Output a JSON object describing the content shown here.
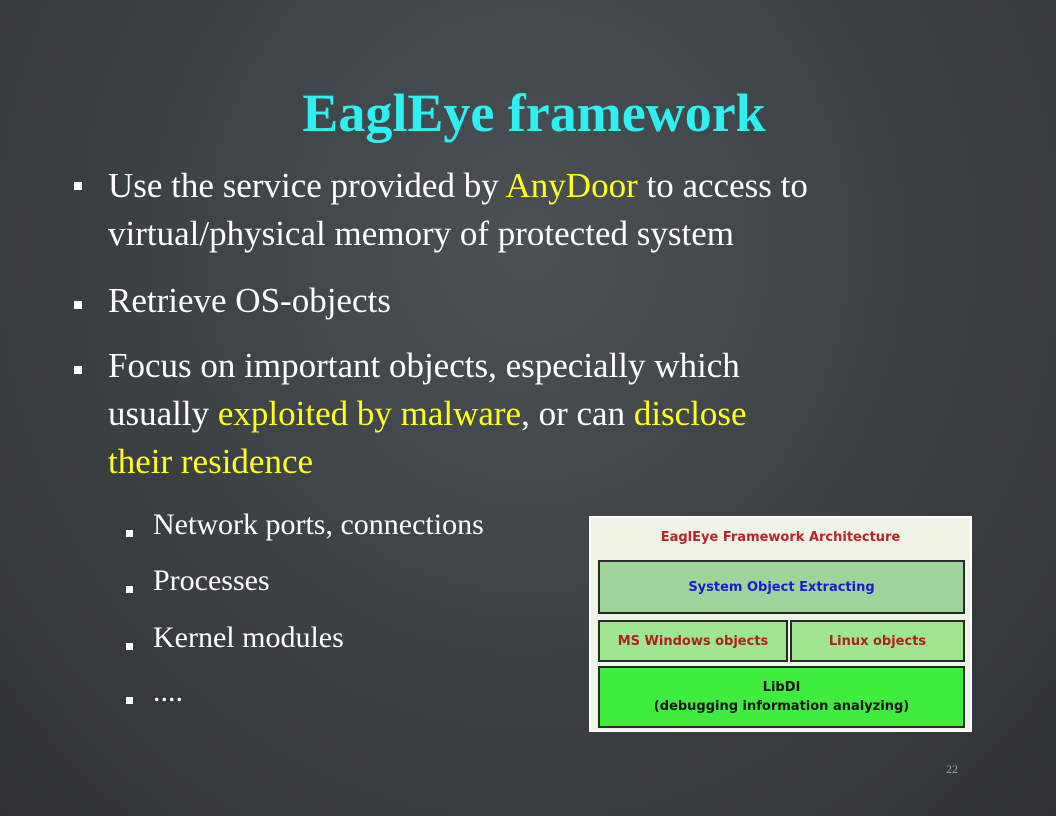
{
  "slide": {
    "title": "EaglEye framework",
    "page_number": "22"
  },
  "bullets": [
    {
      "line1_a": "Use the service provided by ",
      "line1_hl": "AnyDoor",
      "line1_b": " to access to",
      "line2": "virtual/physical memory of protected system"
    },
    {
      "text": " Retrieve OS-objects"
    },
    {
      "line1": " Focus on important objects, especially which",
      "line2_a": "usually ",
      "line2_hl1": "exploited by malware",
      "line2_b": ", or can ",
      "line2_hl2": "disclose",
      "line3_hl": "their residence"
    }
  ],
  "sub_bullets": [
    "Network ports, connections",
    "Processes",
    "Kernel modules",
    "...."
  ],
  "diagram": {
    "title": "EaglEye Framework Architecture",
    "system_object": "System Object Extracting",
    "windows_objects": "MS Windows objects",
    "linux_objects": "Linux objects",
    "libdi_line1": "LibDI",
    "libdi_line2": "(debugging information analyzing)"
  },
  "colors": {
    "title": "#2ef0f0",
    "highlight": "#ffff1e",
    "text": "#ffffff"
  }
}
